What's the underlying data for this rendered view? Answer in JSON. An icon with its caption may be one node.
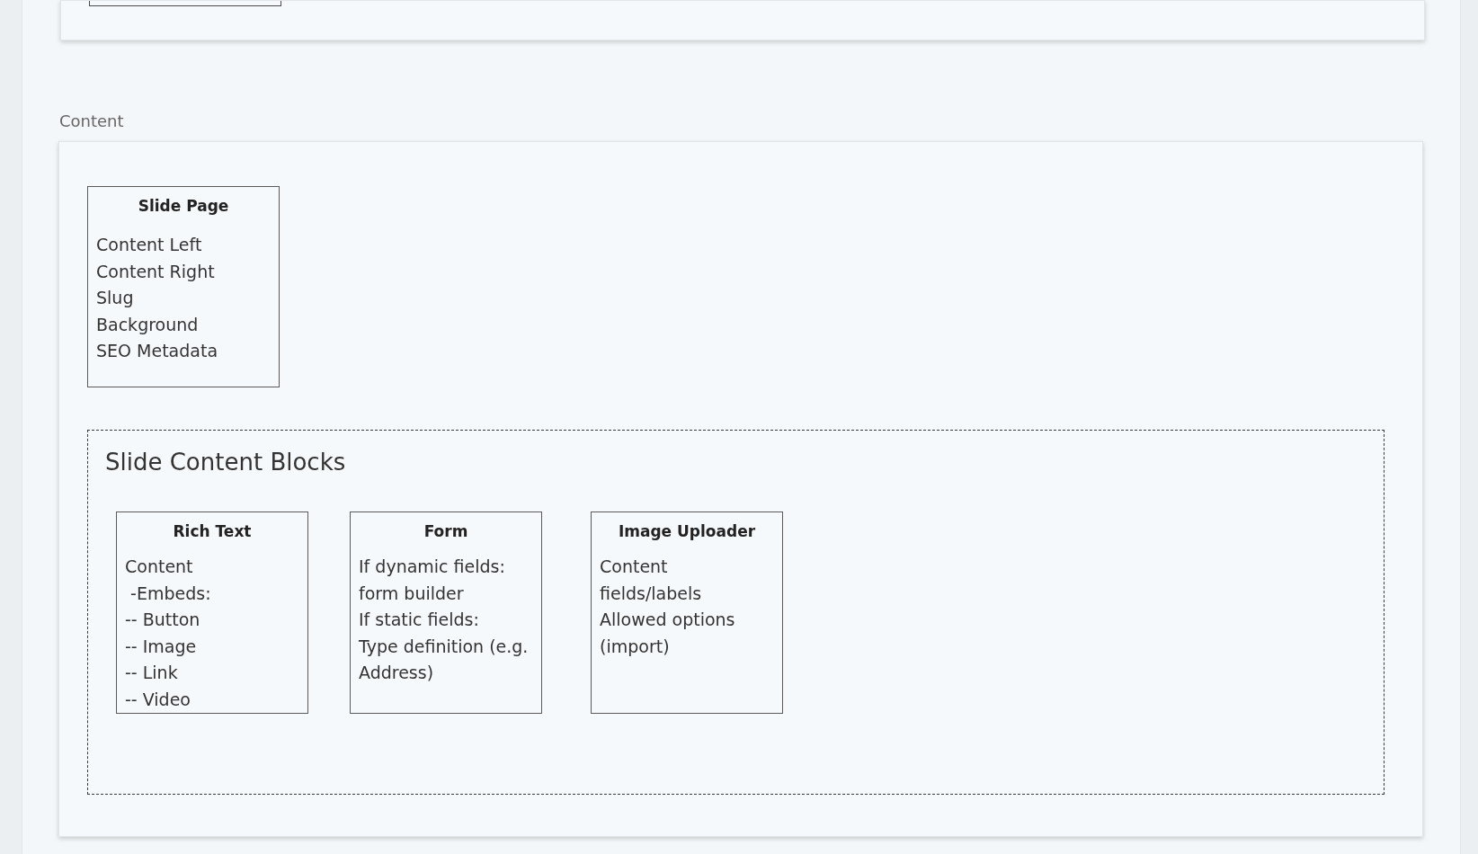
{
  "diagram": {
    "nodes": [
      {
        "text": [],
        "shape": "box"
      },
      {
        "text": [],
        "shape": "box",
        "in": 0
      },
      {
        "text": [
          "Content"
        ]
      },
      {
        "text": [
          "Slide Page",
          "Content Left",
          "Content Right",
          "Slug",
          "Background",
          "SEO Metadata"
        ],
        "in": 2
      },
      {
        "text": [
          "Slide Content Blocks"
        ],
        "in": 2
      },
      {
        "text": [
          "Rich Text",
          "Content",
          " -Embeds:",
          "-- Button",
          "-- Image",
          "-- Link",
          "-- Video"
        ],
        "in": 4
      },
      {
        "text": [
          "Form",
          "If dynamic fields:",
          "form builder",
          "If static fields:",
          "Type definition (e.g. Address)"
        ],
        "in": 4
      },
      {
        "text": [
          "Image Uploader",
          "Content fields/labels",
          "Allowed options (import)"
        ],
        "in": 4
      }
    ]
  }
}
